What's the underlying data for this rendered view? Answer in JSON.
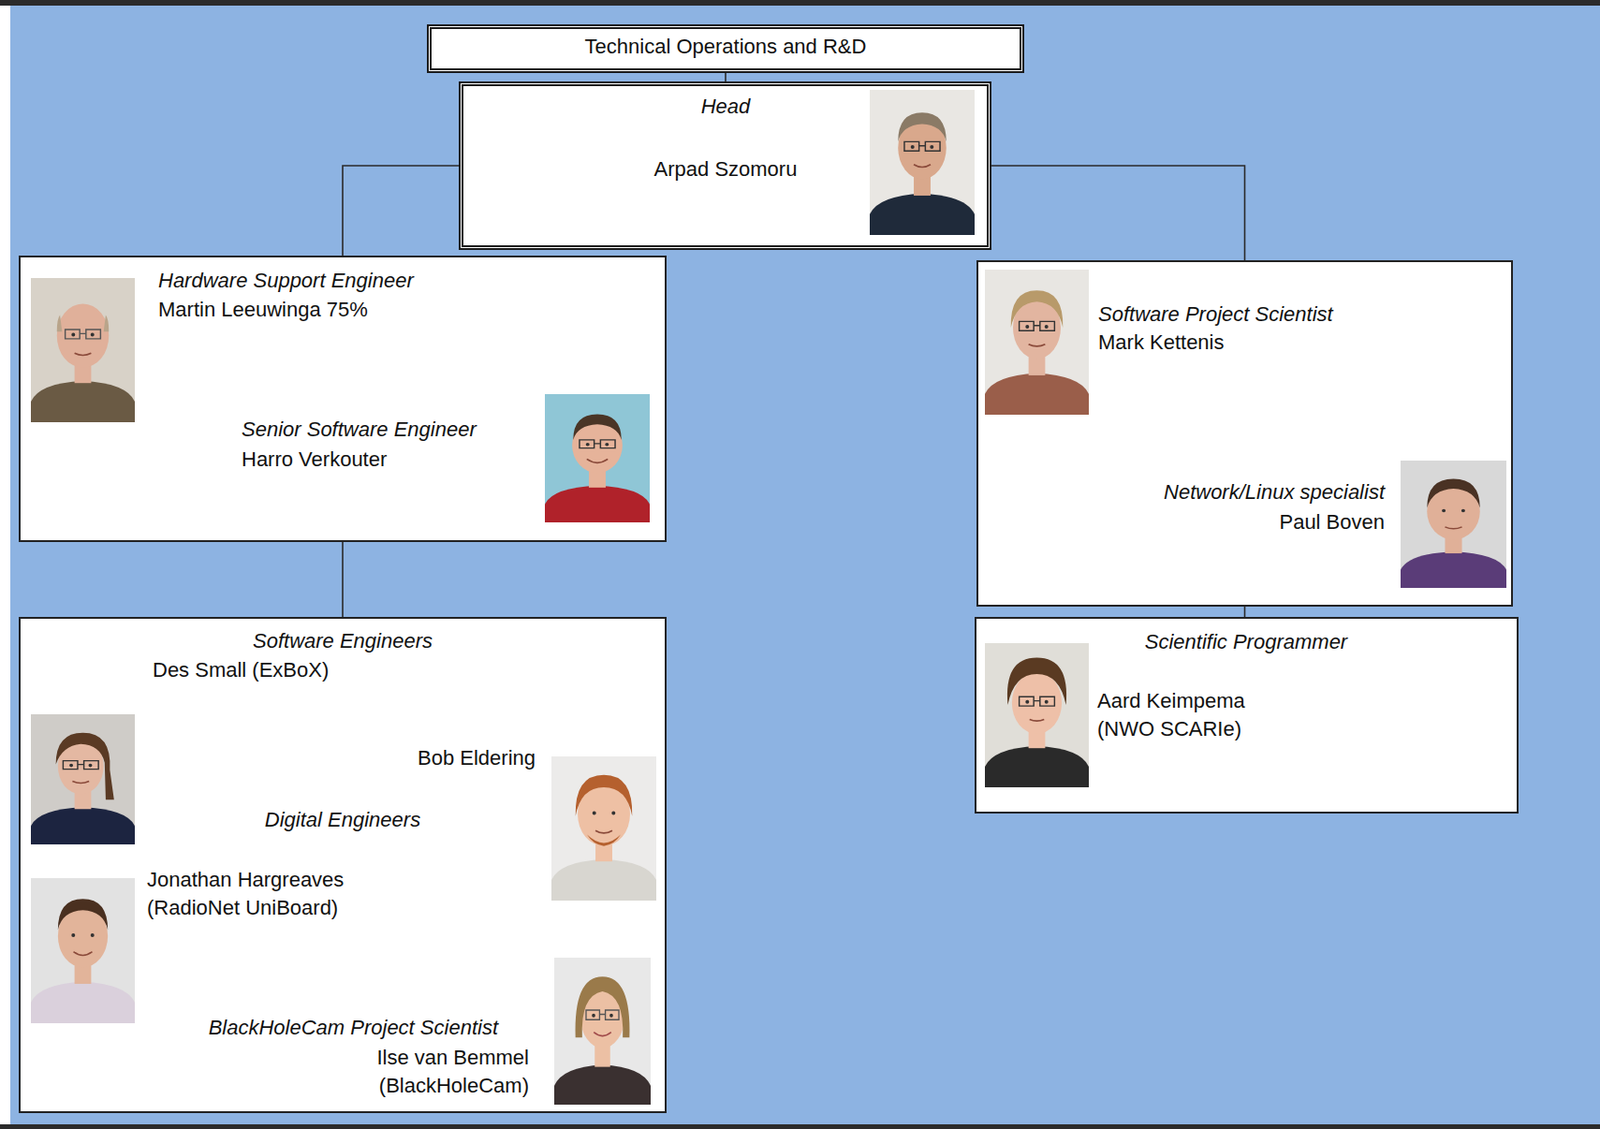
{
  "diagram": {
    "nodes": [
      {
        "text": [
          "Technical Operations and R&D"
        ]
      },
      {
        "text": [
          "Head",
          "Arpad Szomoru"
        ]
      },
      {
        "text": [
          "Hardware Support Engineer",
          "Martin Leeuwinga 75%",
          "Senior Software Engineer",
          "Harro Verkouter"
        ]
      },
      {
        "text": [
          "Software Project Scientist",
          "Mark Kettenis",
          "Network/Linux specialist",
          "Paul Boven"
        ]
      },
      {
        "text": [
          "Software Engineers",
          "Des Small (ExBoX)",
          "Bob Eldering",
          "Digital Engineers",
          "Jonathan Hargreaves (RadioNet UniBoard)",
          "BlackHoleCam Project Scientist",
          "Ilse van Bemmel (BlackHoleCam)"
        ]
      },
      {
        "text": [
          "Scientific Programmer",
          "Aard Keimpema (NWO SCARIe)"
        ]
      }
    ],
    "edges": [
      {
        "from": 0,
        "to": 1,
        "arrow": "none"
      },
      {
        "from": 1,
        "to": 2,
        "arrow": "none"
      },
      {
        "from": 1,
        "to": 3,
        "arrow": "none"
      },
      {
        "from": 2,
        "to": 4,
        "arrow": "none"
      },
      {
        "from": 3,
        "to": 5,
        "arrow": "none"
      }
    ]
  }
}
